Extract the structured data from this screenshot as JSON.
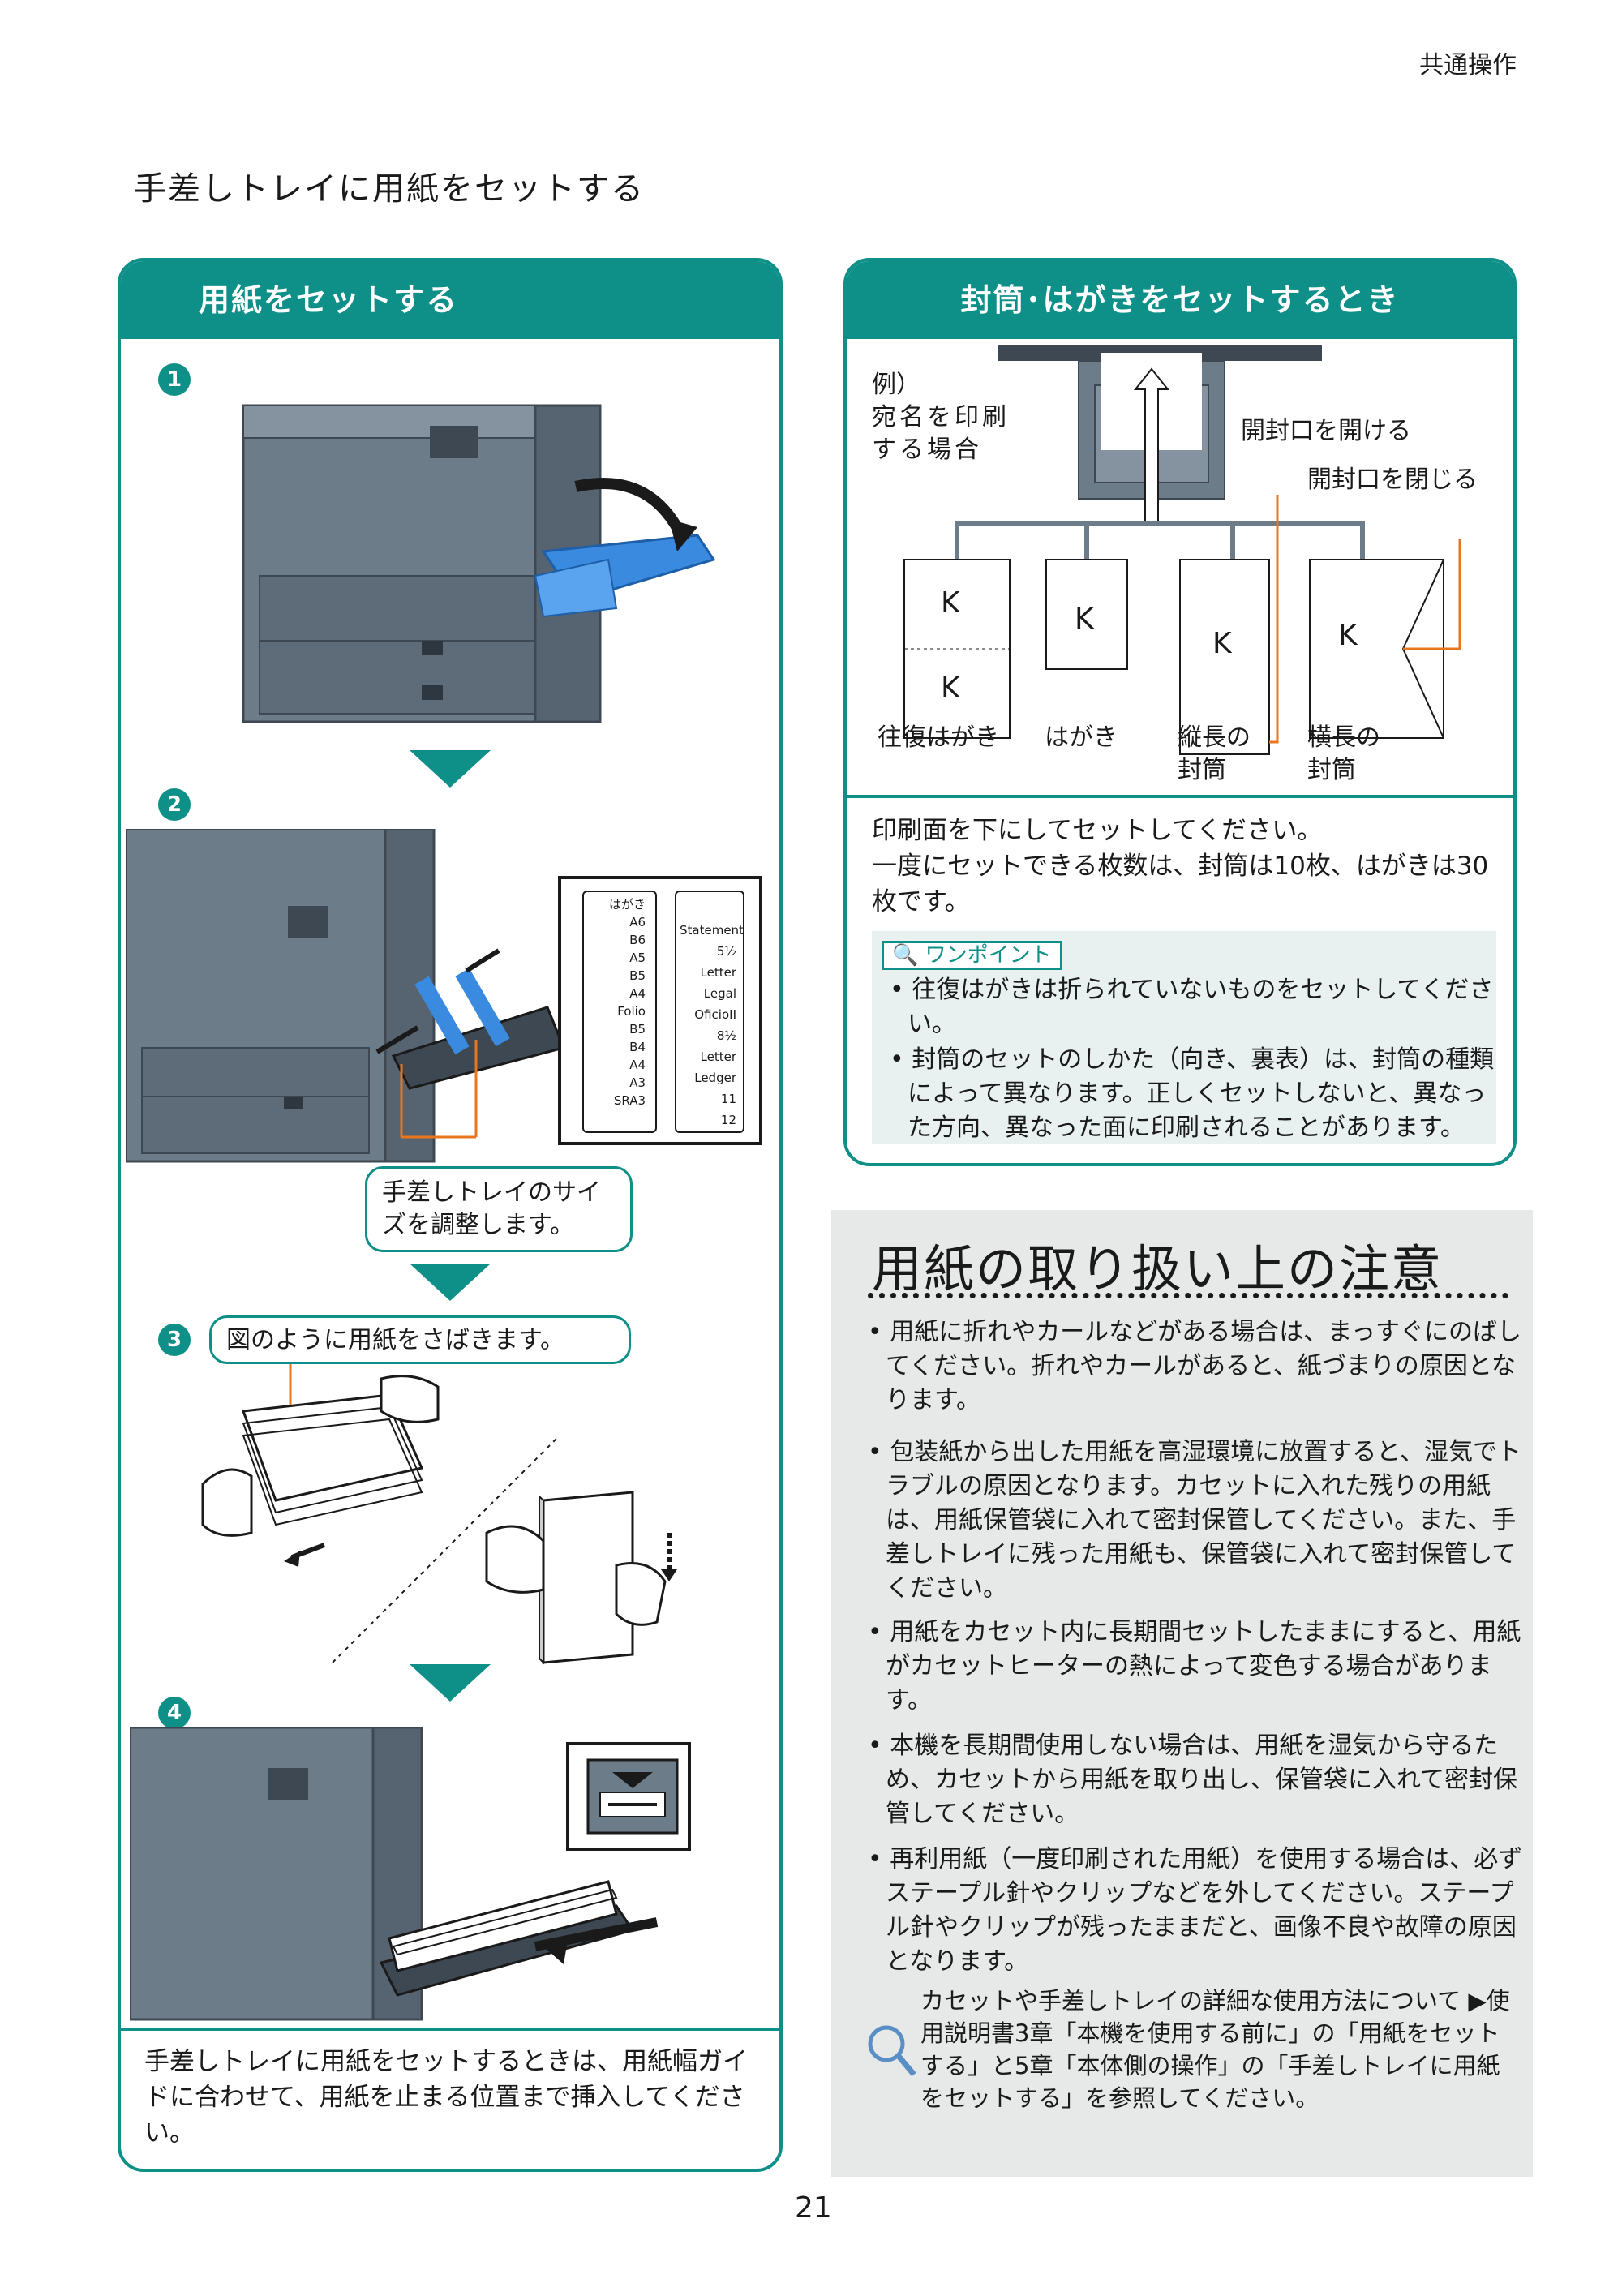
{
  "header": {
    "section": "共通操作"
  },
  "page_title": "手差しトレイに用紙をセットする",
  "left_panel": {
    "title": "用紙をセットする",
    "steps": [
      "1",
      "2",
      "3",
      "4"
    ],
    "size_guide": {
      "left_labels": [
        "はがき",
        "A6",
        "B6",
        "A5",
        "B5",
        "A4",
        "Folio",
        "B5",
        "B4",
        "A4",
        "A3",
        "SRA3"
      ],
      "right_labels": [
        "Statement",
        "5½",
        "Letter",
        "Legal",
        "OficioII",
        "8½",
        "Letter",
        "Ledger",
        "11",
        "12"
      ]
    },
    "callout_adjust": "手差しトレイのサイズを調整します。",
    "callout_fan": "図のように用紙をさばきます。",
    "note": "手差しトレイに用紙をセットするときは、用紙幅ガイドに合わせて、用紙を止まる位置まで挿入してください。"
  },
  "right_panel": {
    "title": "封筒･はがきをセットするとき",
    "example": "例）",
    "example_desc": "宛名を印刷する場合",
    "open_flap": "開封口を開ける",
    "close_flap": "開封口を閉じる",
    "items": [
      "往復はがき",
      "はがき",
      "縦長の封筒",
      "横長の封筒"
    ],
    "instruction_1": "印刷面を下にしてセットしてください。",
    "instruction_2": "一度にセットできる枚数は、封筒は10枚、はがきは30枚です。",
    "onepoint_label": "ワンポイント",
    "onepoint_bullets": [
      "往復はがきは折られていないものをセットしてください。",
      "封筒のセットのしかた（向き、裏表）は、封筒の種類によって異なります。正しくセットしないと、異なった方向、異なった面に印刷されることがあります。"
    ]
  },
  "caution": {
    "title": "用紙の取り扱い上の注意",
    "bullets": [
      "用紙に折れやカールなどがある場合は、まっすぐにのばしてください。折れやカールがあると、紙づまりの原因となります。",
      "包装紙から出した用紙を高湿環境に放置すると、湿気でトラブルの原因となります。カセットに入れた残りの用紙は、用紙保管袋に入れて密封保管してください。また、手差しトレイに残った用紙も、保管袋に入れて密封保管してください。",
      "用紙をカセット内に長期間セットしたままにすると、用紙がカセットヒーターの熱によって変色する場合があります。",
      "本機を長期間使用しない場合は、用紙を湿気から守るため、カセットから用紙を取り出し、保管袋に入れて密封保管してください。",
      "再利用紙（一度印刷された用紙）を使用する場合は、必ずステープル針やクリップなどを外してください。ステープル針やクリップが残ったままだと、画像不良や故障の原因となります。"
    ],
    "reference": "カセットや手差しトレイの詳細な使用方法について ▶使用説明書3章「本機を使用する前に」の「用紙をセットする」と5章「本体側の操作」の「手差しトレイに用紙をセットする」を参照してください。"
  },
  "page_number": "21",
  "colors": {
    "accent": "#0e8f87",
    "tray_blue": "#3a8be0",
    "machine_gray": "#6d7c89",
    "callout_line": "#e8761f"
  }
}
